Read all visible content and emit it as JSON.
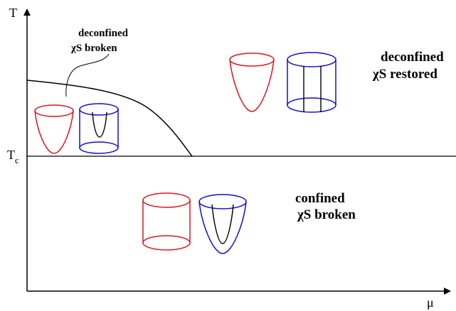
{
  "axes": {
    "y_label": "T",
    "x_label": "μ",
    "tc_label_main": "T",
    "tc_label_sub": "c"
  },
  "regions": {
    "upper_left": {
      "line1": "deconfined",
      "line2": "χS broken"
    },
    "upper_right": {
      "line1": "deconfined",
      "line2": "χS restored"
    },
    "lower": {
      "line1": "confined",
      "line2": "χS broken"
    }
  },
  "colors": {
    "axis": "#000000",
    "red_potential": "#e0141e",
    "blue_potential": "#1010d0",
    "inner_curve": "#000000"
  }
}
